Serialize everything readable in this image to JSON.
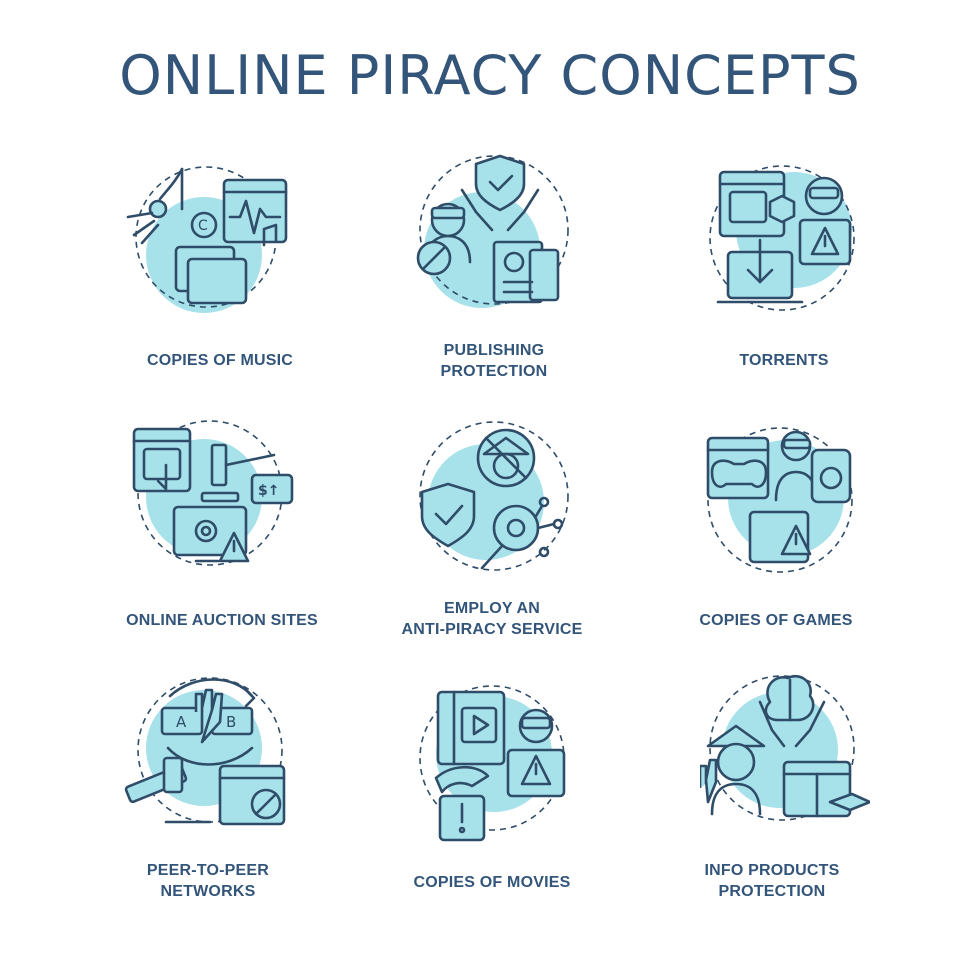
{
  "title": "ONLINE PIRACY CONCEPTS",
  "concepts": [
    {
      "line1": "COPIES OF MUSIC",
      "line2": "",
      "icon": "music-copyright-icon"
    },
    {
      "line1": "PUBLISHING",
      "line2": "PROTECTION",
      "icon": "publishing-shield-icon"
    },
    {
      "line1": "TORRENTS",
      "line2": "",
      "icon": "torrent-download-icon"
    },
    {
      "line1": "ONLINE AUCTION SITES",
      "line2": "",
      "icon": "auction-gavel-icon"
    },
    {
      "line1": "EMPLOY AN",
      "line2": "ANTI-PIRACY SERVICE",
      "icon": "anti-piracy-shield-icon"
    },
    {
      "line1": "COPIES OF GAMES",
      "line2": "",
      "icon": "gamepad-icon"
    },
    {
      "line1": "PEER-TO-PEER",
      "line2": "NETWORKS",
      "icon": "peer-network-icon"
    },
    {
      "line1": "COPIES OF MOVIES",
      "line2": "",
      "icon": "movie-player-icon"
    },
    {
      "line1": "INFO PRODUCTS",
      "line2": "PROTECTION",
      "icon": "info-brain-icon"
    }
  ],
  "colors": {
    "accent": "#a7e1ea",
    "line": "#2f4d68",
    "text": "#33557a"
  }
}
